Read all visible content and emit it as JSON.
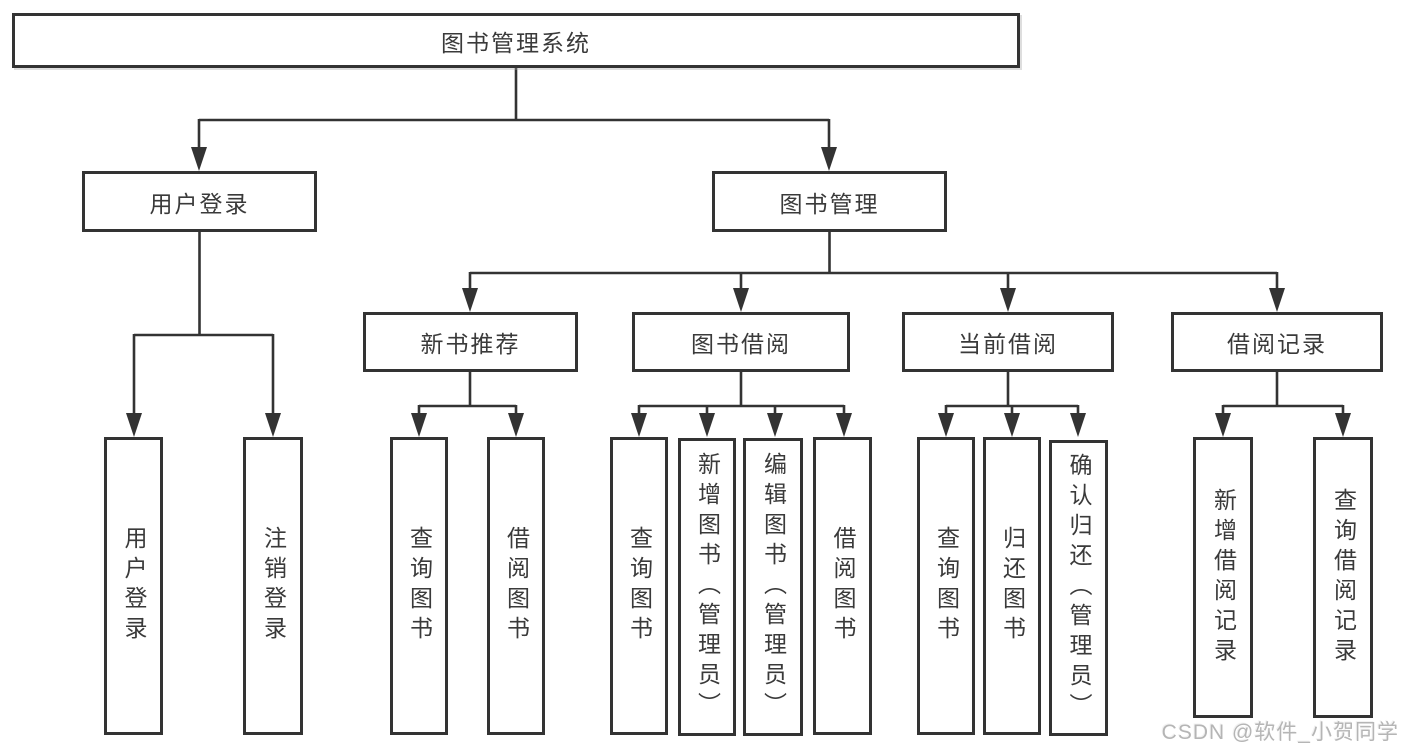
{
  "diagram_title": "图书管理系统",
  "root": {
    "label": "图书管理系统"
  },
  "branches": {
    "user_login": {
      "label": "用户登录",
      "leaves": [
        {
          "label": "用户登录"
        },
        {
          "label": "注销登录"
        }
      ]
    },
    "book_mgmt": {
      "label": "图书管理",
      "children": {
        "new_books": {
          "label": "新书推荐",
          "leaves": [
            {
              "label": "查询图书"
            },
            {
              "label": "借阅图书"
            }
          ]
        },
        "borrowing": {
          "label": "图书借阅",
          "leaves": [
            {
              "label": "查询图书"
            },
            {
              "label": "新增图书（管理员）"
            },
            {
              "label": "编辑图书（管理员）"
            },
            {
              "label": "借阅图书"
            }
          ]
        },
        "current_borrow": {
          "label": "当前借阅",
          "leaves": [
            {
              "label": "查询图书"
            },
            {
              "label": "归还图书"
            },
            {
              "label": "确认归还（管理员）"
            }
          ]
        },
        "borrow_records": {
          "label": "借阅记录",
          "leaves": [
            {
              "label": "新增借阅记录"
            },
            {
              "label": "查询借阅记录"
            }
          ]
        }
      }
    }
  },
  "watermark": {
    "text": "CSDN @软件_小贺同学"
  },
  "colors": {
    "line": "#333333",
    "border": "#333333",
    "text": "#3a3a3a",
    "watermark": "#b5b5b5",
    "background": "#ffffff"
  }
}
